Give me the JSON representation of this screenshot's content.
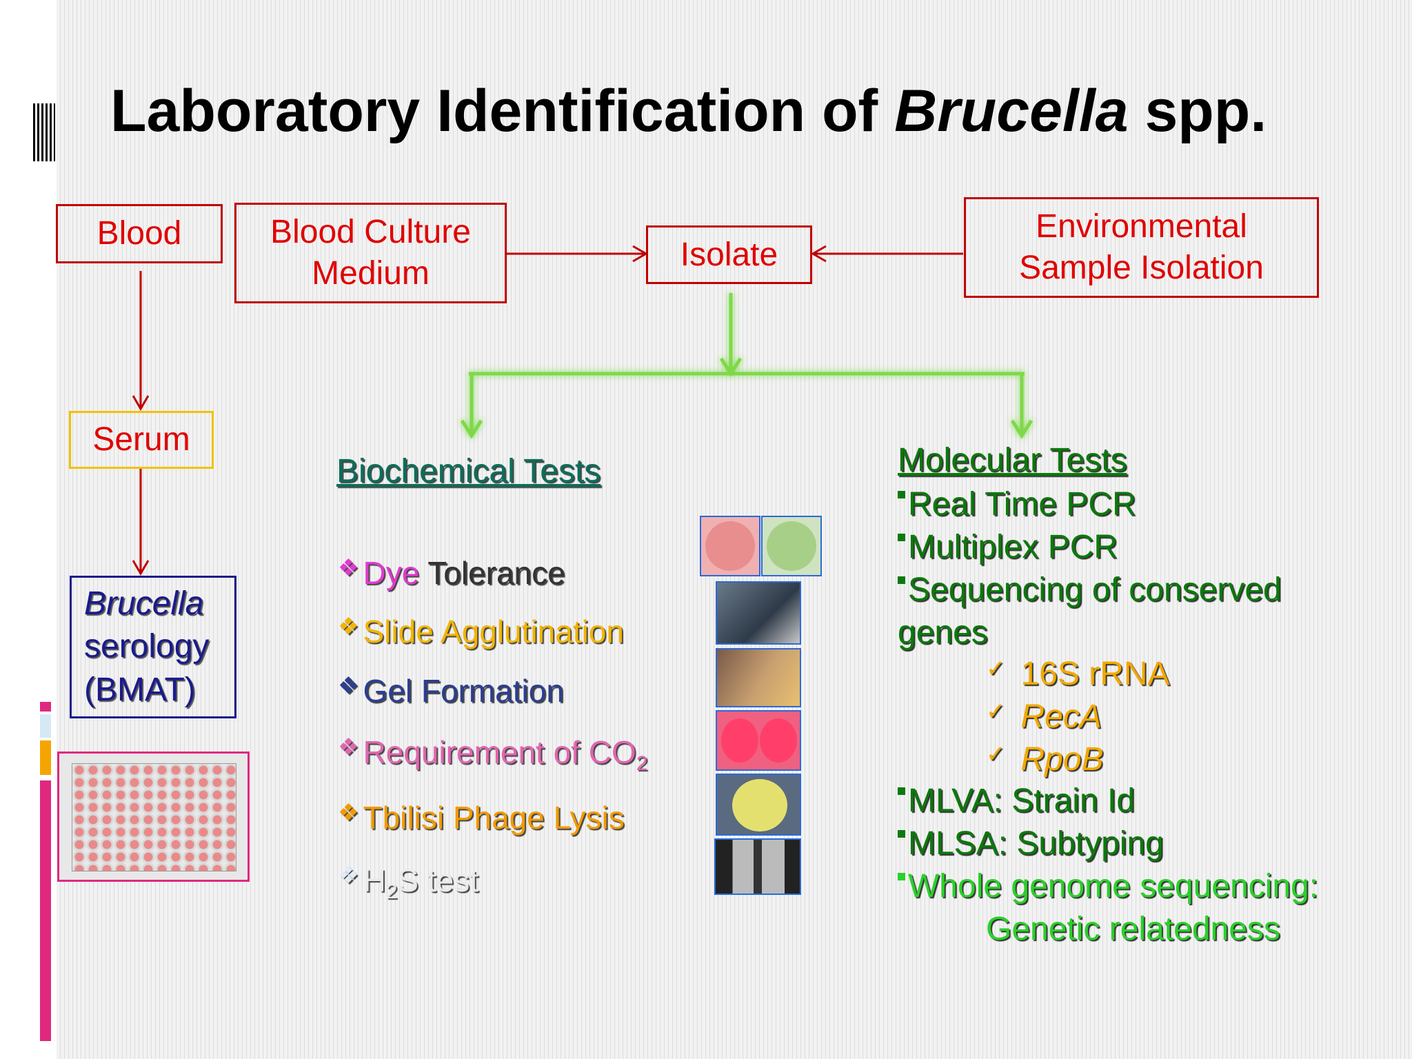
{
  "title": {
    "part1": "Laboratory Identification of ",
    "italic": "Brucella",
    "part2": " spp."
  },
  "boxes": {
    "blood": "Blood",
    "blood_culture_line1": "Blood Culture",
    "blood_culture_line2": "Medium",
    "isolate": "Isolate",
    "env_line1": "Environmental",
    "env_line2": "Sample Isolation",
    "serum": "Serum",
    "serology_line1": "Brucella",
    "serology_line2": "serology",
    "serology_line3": "(BMAT)"
  },
  "biochemical": {
    "heading": "Biochemical Tests",
    "items": [
      {
        "a": "Dye",
        "b": " Tolerance",
        "color_a": "#e03ad0",
        "color_b": "#333333"
      },
      {
        "a": "Slide Agglutination",
        "color_a": "#f2b400"
      },
      {
        "a": "Gel Formation",
        "color_a": "#2c3e91"
      },
      {
        "a": "Requirement of CO",
        "sub": "2",
        "color_a": "#e066b0"
      },
      {
        "a": "Tbilisi Phage Lysis",
        "color_a": "#f29a00"
      },
      {
        "a": "H",
        "sub": "2",
        "b": "S test",
        "color_a": "#eaeaea"
      }
    ]
  },
  "molecular": {
    "heading": "Molecular Tests",
    "items": [
      "Real Time PCR",
      "Multiplex PCR",
      "Sequencing of conserved",
      "genes"
    ],
    "genes": [
      "16S rRNA",
      "RecA",
      "RpoB"
    ],
    "more": [
      "MLVA: Strain Id",
      "MLSA:  Subtyping",
      "Whole genome sequencing:",
      "Genetic  relatedness"
    ]
  },
  "colors": {
    "box_red": "#c00000",
    "green": "#76d442",
    "serum_border": "#f2c200",
    "serology_border": "#1a1a8c",
    "plate_border": "#e0287f"
  }
}
